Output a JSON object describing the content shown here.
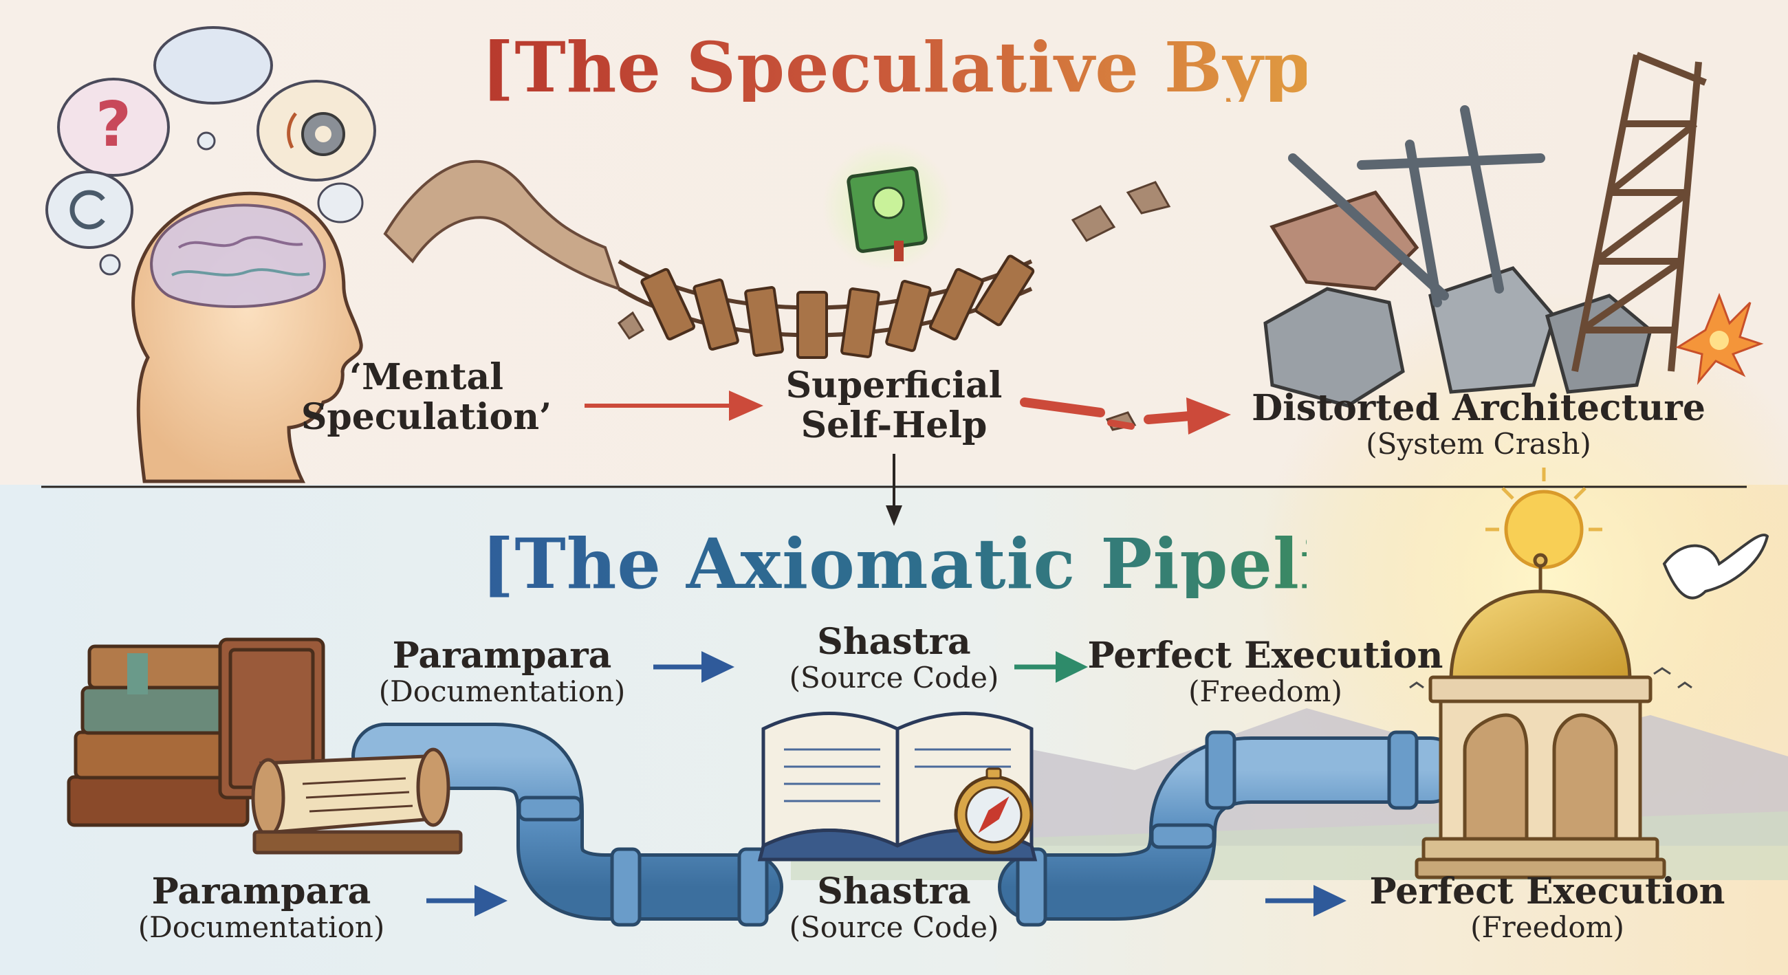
{
  "top_section": {
    "title": "[The Speculative Bypass]",
    "nodes": [
      {
        "line1": "‘Mental",
        "line2": "Speculation’"
      },
      {
        "line1": "Superficial",
        "line2": "Self-Help"
      },
      {
        "line1": "Distorted Architecture",
        "line2": "(System Crash)"
      }
    ]
  },
  "bottom_section": {
    "title": "[The Axiomatic Pipeline]",
    "upper_row": [
      {
        "name": "Parampara",
        "desc": "(Documentation)"
      },
      {
        "name": "Shastra",
        "desc": "(Source Code)"
      },
      {
        "name": "Perfect Execution",
        "desc": "(Freedom)"
      }
    ],
    "lower_row": [
      {
        "name": "Parampara",
        "desc": "(Documentation)"
      },
      {
        "name": "Shastra",
        "desc": "(Source Code)"
      },
      {
        "name": "Perfect Execution",
        "desc": "(Freedom)"
      }
    ]
  },
  "icons": [
    "head-brain-icon",
    "question-thought-icon",
    "gear-thought-icon",
    "cycle-thought-icon",
    "broken-bridge-icon",
    "glowing-book-icon",
    "ruins-icon",
    "scaffold-tower-icon",
    "fire-spark-icon",
    "book-stack-icon",
    "scroll-icon",
    "pipeline-icon",
    "open-book-icon",
    "compass-icon",
    "temple-dome-icon",
    "sun-icon",
    "dove-icon",
    "mountains-icon"
  ],
  "colors": {
    "top_title_start": "#b83a2e",
    "top_title_end": "#e09a40",
    "bottom_title_start": "#2f5f9a",
    "bottom_title_end": "#3b8a63",
    "red_arrow": "#cc4a3a",
    "blue_arrow": "#2f5a9a",
    "green_arrow": "#2e8b6a",
    "pipe": "#5b8fbf",
    "text": "#2a2522"
  }
}
